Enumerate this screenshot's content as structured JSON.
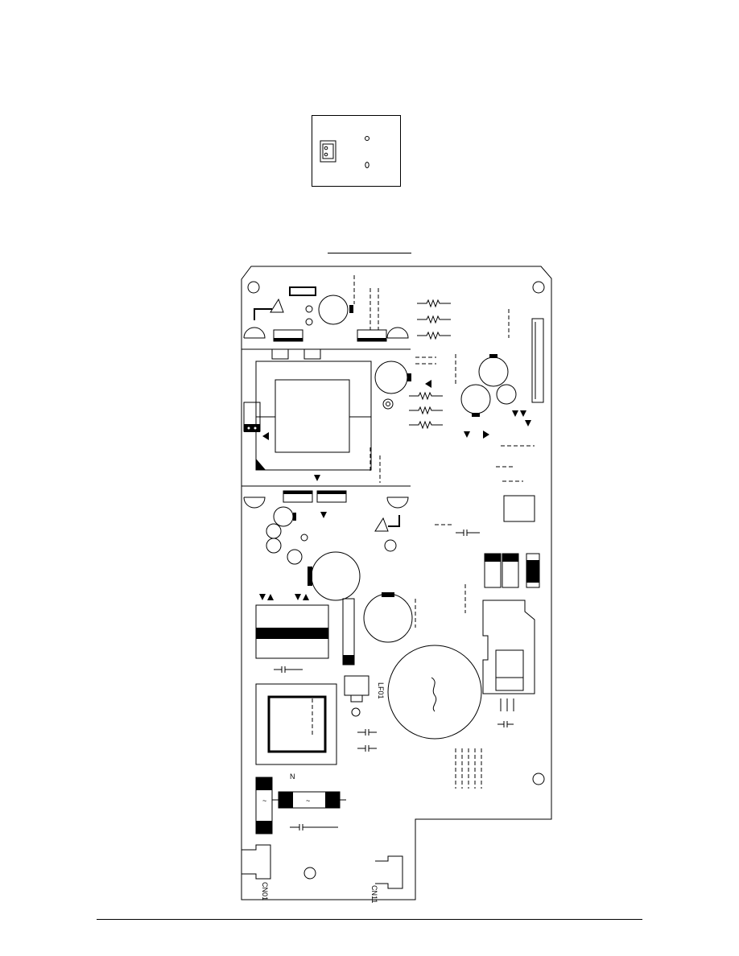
{
  "diagram": {
    "small_board": {
      "holes": 2,
      "connector": "2-pin"
    },
    "main_board": {
      "labels": {
        "filter_coil": "LF01",
        "power_connector": "CN01",
        "output_connector": "CN11",
        "fuse_symbol": "~",
        "ntc_symbol": "N"
      }
    }
  },
  "colors": {
    "line": "#000000",
    "dashed": "#666666",
    "background": "#ffffff"
  }
}
